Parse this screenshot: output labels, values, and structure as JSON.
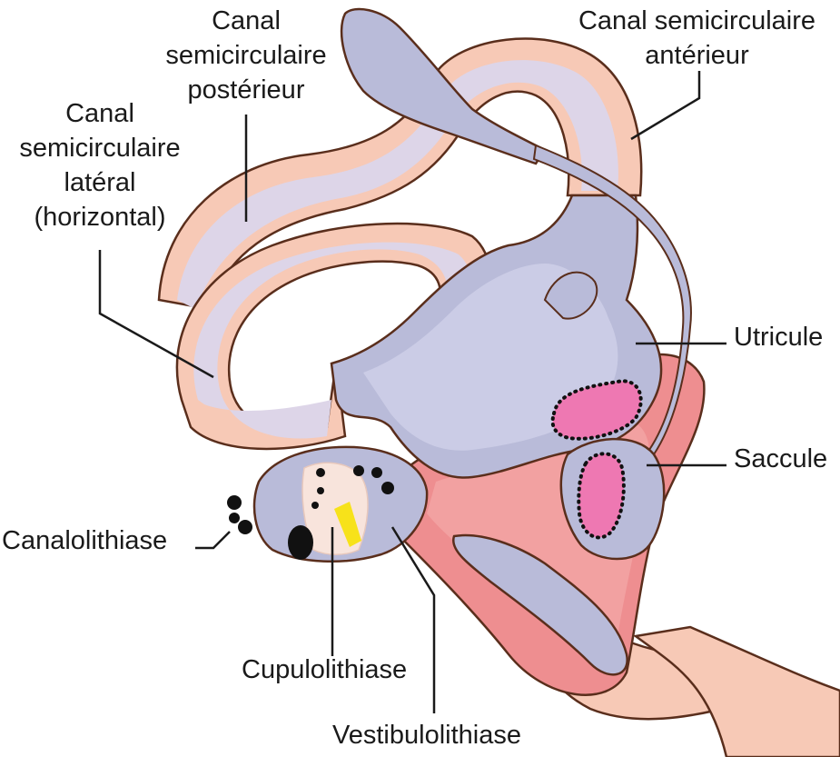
{
  "labels": {
    "posterior": [
      "Canal",
      "semicirculaire",
      "postérieur"
    ],
    "anterior": [
      "Canal semicirculaire",
      "antérieur"
    ],
    "lateral": [
      "Canal",
      "semicirculaire",
      "latéral",
      "(horizontal)"
    ],
    "utricule": "Utricule",
    "saccule": "Saccule",
    "canalolithiase": "Canalolithiase",
    "cupulolithiase": "Cupulolithiase",
    "vestibulolithiase": "Vestibulolithiase"
  },
  "colors": {
    "outline": "#5a2e1c",
    "canal_outer": "#f7c9b6",
    "canal_inner": "#ddd5e8",
    "membrane": "#b9bbd9",
    "vestibule_red": "#ee8e90",
    "macula": "#ee78b2",
    "cupula": "#f8e4dc",
    "crystal": "#f7e21a",
    "otoconia": "#111111",
    "leader_line": "#1a1a1a"
  }
}
